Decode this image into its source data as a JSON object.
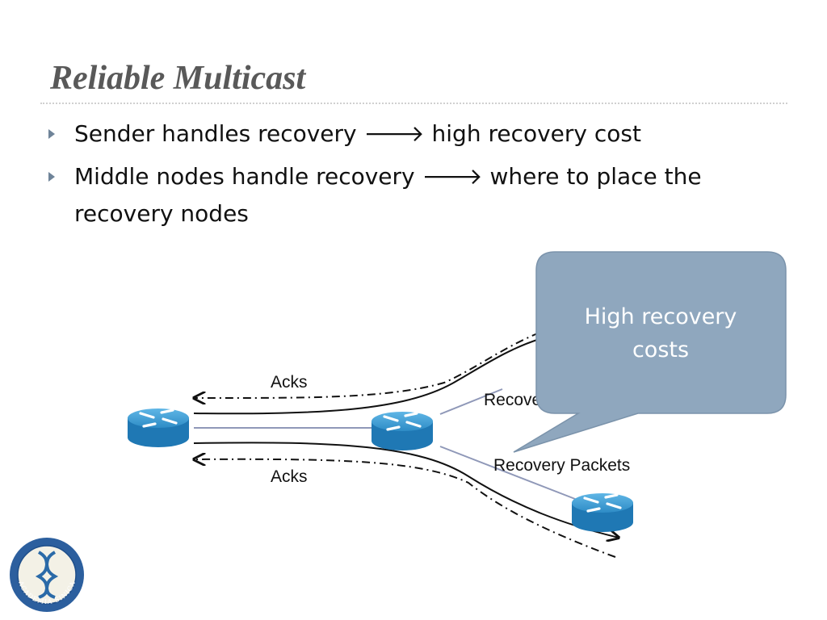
{
  "slide": {
    "title": "Reliable Multicast",
    "bullets": [
      {
        "pre": "Sender handles recovery",
        "arrow": "🡒",
        "post": "high recovery cost"
      },
      {
        "pre": "Middle nodes handle recovery",
        "arrow": "🡒",
        "post": "where to place the recovery nodes"
      }
    ]
  },
  "diagram": {
    "labels": {
      "acks_top": "Acks",
      "acks_bottom": "Acks",
      "recovery_packets_top": "Recovery Packets",
      "recovery_packets_bottom": "Recovery Packets"
    },
    "callout": {
      "line1": "High recovery",
      "line2": "costs",
      "fill_color": "#8fa7be"
    },
    "routers": [
      {
        "name": "sender-router"
      },
      {
        "name": "middle-router"
      },
      {
        "name": "receiver-router"
      }
    ],
    "router_color": "#2f8fc8"
  },
  "logo": {
    "text": "ACADEMIA SINICA"
  }
}
